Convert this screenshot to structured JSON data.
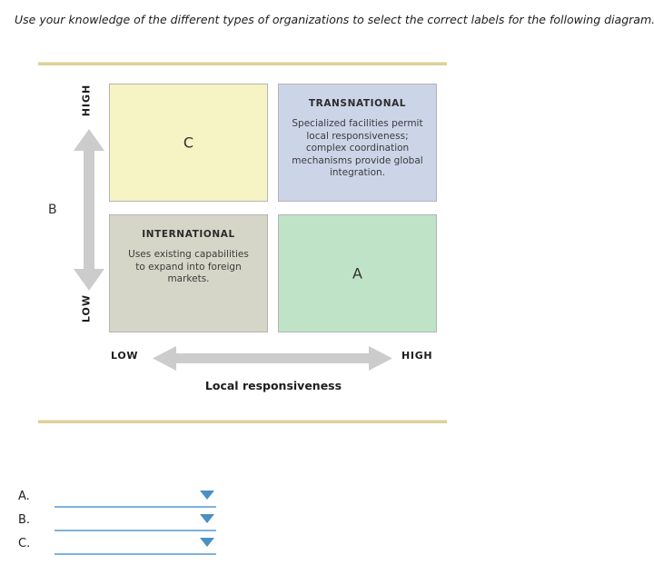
{
  "prompt": "Use your knowledge of the different types of organizations to select the correct labels for the following diagram.",
  "diagram": {
    "vertical_axis": {
      "high_label": "HIGH",
      "low_label": "LOW",
      "placeholder_letter": "B"
    },
    "horizontal_axis": {
      "low_label": "LOW",
      "high_label": "HIGH",
      "title": "Local responsiveness"
    },
    "quadrants": [
      {
        "id": "top-left",
        "letter": "C",
        "title": "",
        "body": "",
        "color": "#f6f3c4"
      },
      {
        "id": "top-right",
        "letter": "",
        "title": "TRANSNATIONAL",
        "body": "Specialized facilities permit local responsiveness; complex coordination mechanisms provide global integration.",
        "color": "#ccd5e8"
      },
      {
        "id": "bottom-left",
        "letter": "",
        "title": "INTERNATIONAL",
        "body": "Uses existing capabilities to expand into foreign markets.",
        "color": "#d6d6c8"
      },
      {
        "id": "bottom-right",
        "letter": "A",
        "title": "",
        "body": "",
        "color": "#bfe3c6"
      }
    ]
  },
  "answers": [
    {
      "letter": "A.",
      "value": ""
    },
    {
      "letter": "B.",
      "value": ""
    },
    {
      "letter": "C.",
      "value": ""
    }
  ],
  "colors": {
    "rule": "#ddd19a",
    "arrow": "#cccccc",
    "select_underline": "#7fb2da",
    "caret": "#4a90c2"
  }
}
